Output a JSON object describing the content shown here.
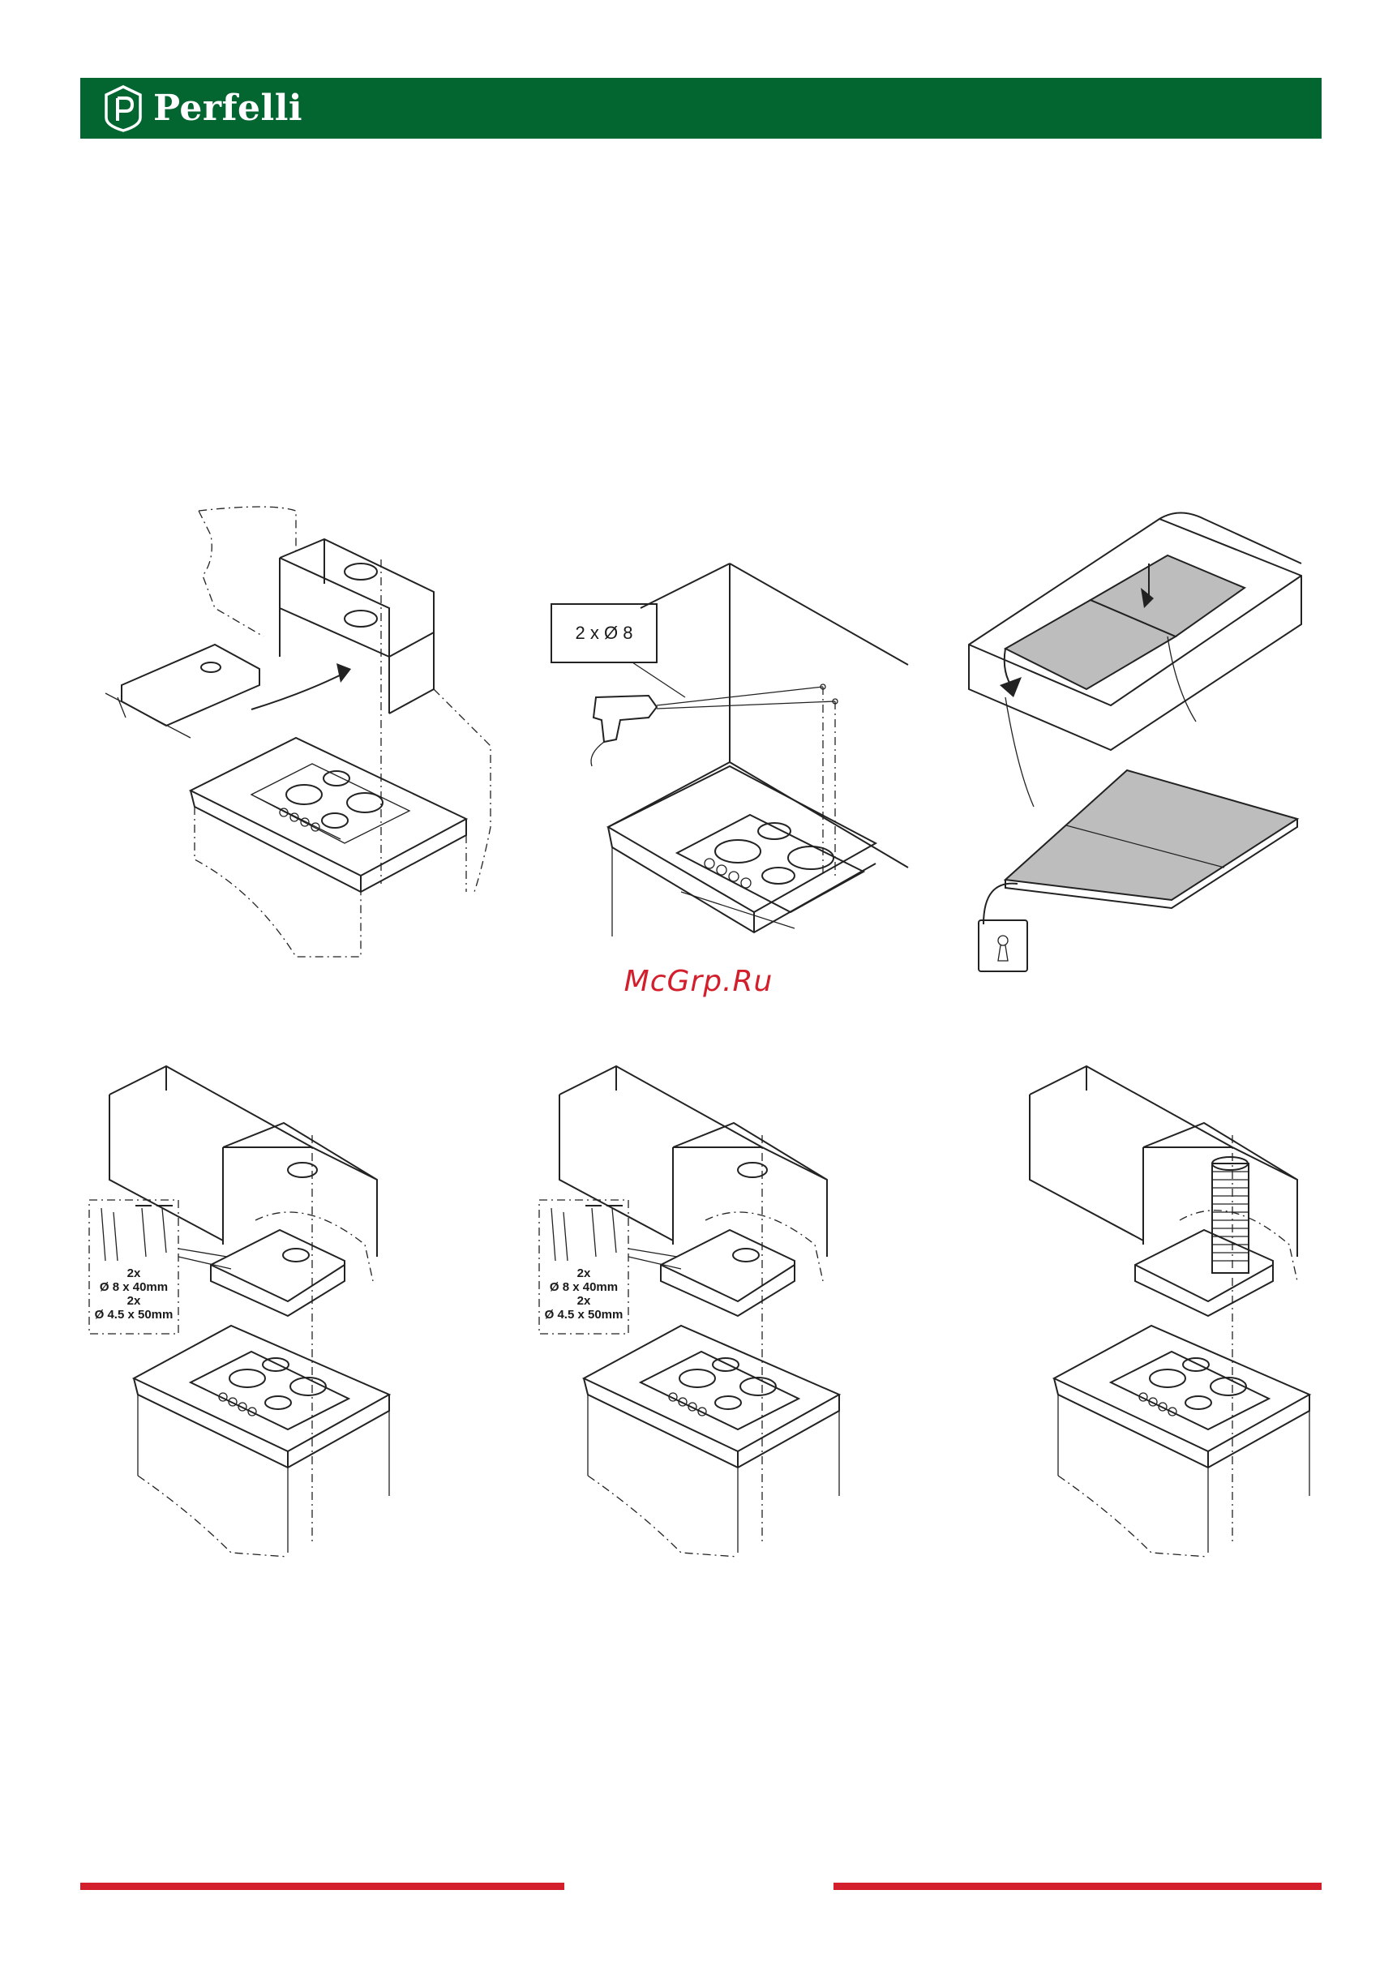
{
  "header": {
    "brand": "Perfelli",
    "background_color": "#036530",
    "logo_icon": "perfelli-p-shield"
  },
  "figures": {
    "drill_callout": "2 x Ø 8",
    "screws_a": {
      "count_1": "2x",
      "size_1": "Ø 8 x 40mm",
      "count_2": "2x",
      "size_2": "Ø 4.5 x 50mm"
    },
    "screws_b": {
      "count_1": "2x",
      "size_1": "Ø 8 x 40mm",
      "count_2": "2x",
      "size_2": "Ø 4.5 x 50mm"
    }
  },
  "watermark": "McGrp.Ru",
  "footer": {
    "line_color": "#d31e2c"
  }
}
